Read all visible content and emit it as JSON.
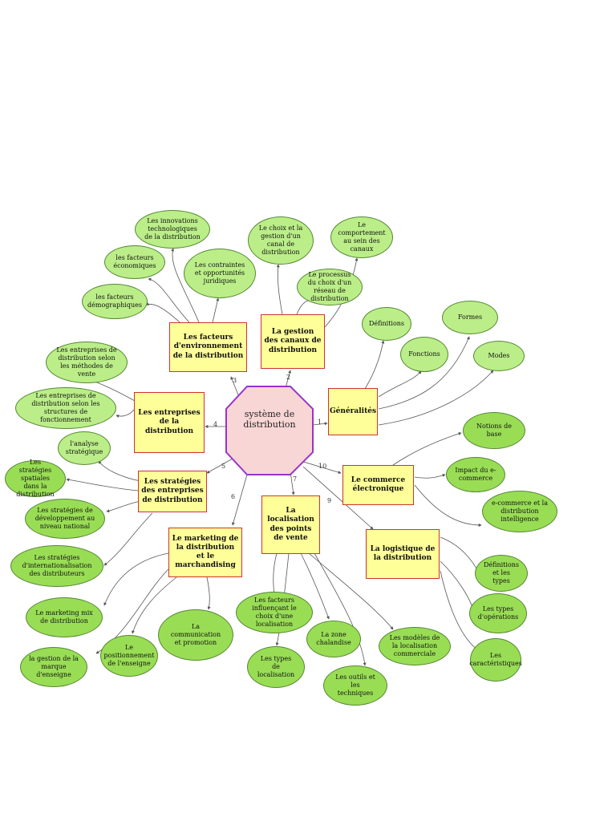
{
  "center": {
    "label": "système de distribution"
  },
  "boxes": {
    "facteurs": "Les facteurs d'environnement de la distribution",
    "canaux": "La gestion des canaux de distribution",
    "generalites": "Généralités",
    "entreprises": "Les entreprises de la distribution",
    "strategies": "Les stratégies des entreprises de distribution",
    "commerce": "Le commerce électronique",
    "marketing": "Le marketing de la distribution et le marchandising",
    "localisation": "La localisation des points de vente",
    "logistique": "La logistique de la distribution"
  },
  "nodes": {
    "innovations": "Les innovations technologiques de la distribution",
    "economiques": "les facteurs économiques",
    "contraintes": "Les contraintes et opportunités juridiques",
    "demographiques": "les facteurs démographiques",
    "choix_canal": "Le choix et la gestion d'un canal de distribution",
    "comportement": "Le comportement au sein des canaux",
    "processus": "Le processus du choix d'un réseau de distribution",
    "definitions": "Définitions",
    "formes": "Formes",
    "fonctions": "Fonctions",
    "modes": "Modes",
    "methodes_vente": "Les entreprises de distribution selon les méthodes de vente",
    "structures": "Les entreprises de distribution selon les structures de fonctionnement",
    "analyse": "l'analyse stratégique",
    "spatiales": "Les stratégies spatiales dans la distribution",
    "developpement": "Les stratégies de développement au niveau national",
    "internationalisation": "Les stratégies d'internationalisation des distributeurs",
    "notions": "Notions de base",
    "impact": "Impact du e-commerce",
    "intelligence": "e-commerce et la distribution intelligence",
    "def_types": "Définitions et les types",
    "types_operations": "Les types d'opérations",
    "caracteristiques": "Les caractéristiques",
    "marketing_mix": "Le marketing mix de distribution",
    "gestion_marque": "la gestion de la marque d'enseigne",
    "positionnement": "Le positionnement de l'enseigne",
    "communication": "La communication et promotion",
    "facteurs_choix": "Les facteurs influençant le choix d'une localisation",
    "zone": "La zone chalandise",
    "modeles": "Les modèles de la localisation commerciale",
    "types_localisation": "Les types de localisation",
    "outils": "Les outils et les  techniques"
  },
  "numbers": {
    "n1": "1",
    "n2": "2",
    "n3": "3",
    "n4": "4",
    "n5": "5",
    "n6": "6",
    "n7": "7",
    "n9": "9",
    "n10": "10"
  },
  "colors": {
    "box_fill": "#ffff99",
    "box_border": "#cc3333",
    "node_fill": "#99dd55",
    "center_fill": "#f9d6d6",
    "center_border": "#9933cc"
  }
}
